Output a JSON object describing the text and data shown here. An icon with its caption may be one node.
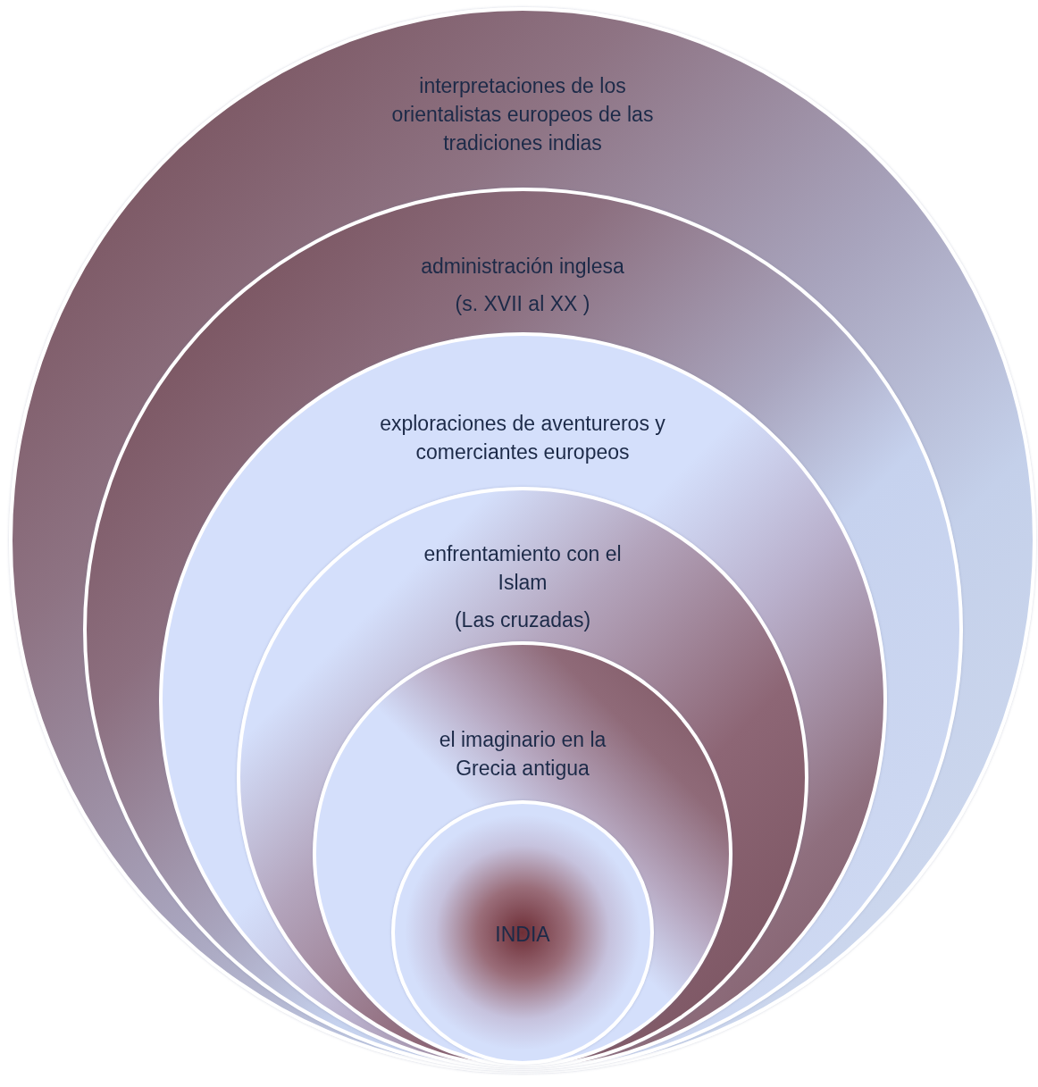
{
  "diagram": {
    "nodes": [
      {
        "text": [
          "interpretaciones de los orientalistas europeos de las tradiciones indias"
        ]
      },
      {
        "text": [
          "administración inglesa",
          "(s. XVII al XX )"
        ],
        "in": 0
      },
      {
        "text": [
          "exploraciones de aventureros y comerciantes europeos"
        ],
        "in": 1
      },
      {
        "text": [
          "enfrentamiento con el Islam",
          "(Las cruzadas)"
        ],
        "in": 2
      },
      {
        "text": [
          "el imaginario en la Grecia antigua"
        ],
        "in": 3
      },
      {
        "text": [
          "INDIA"
        ],
        "in": 4
      }
    ]
  }
}
